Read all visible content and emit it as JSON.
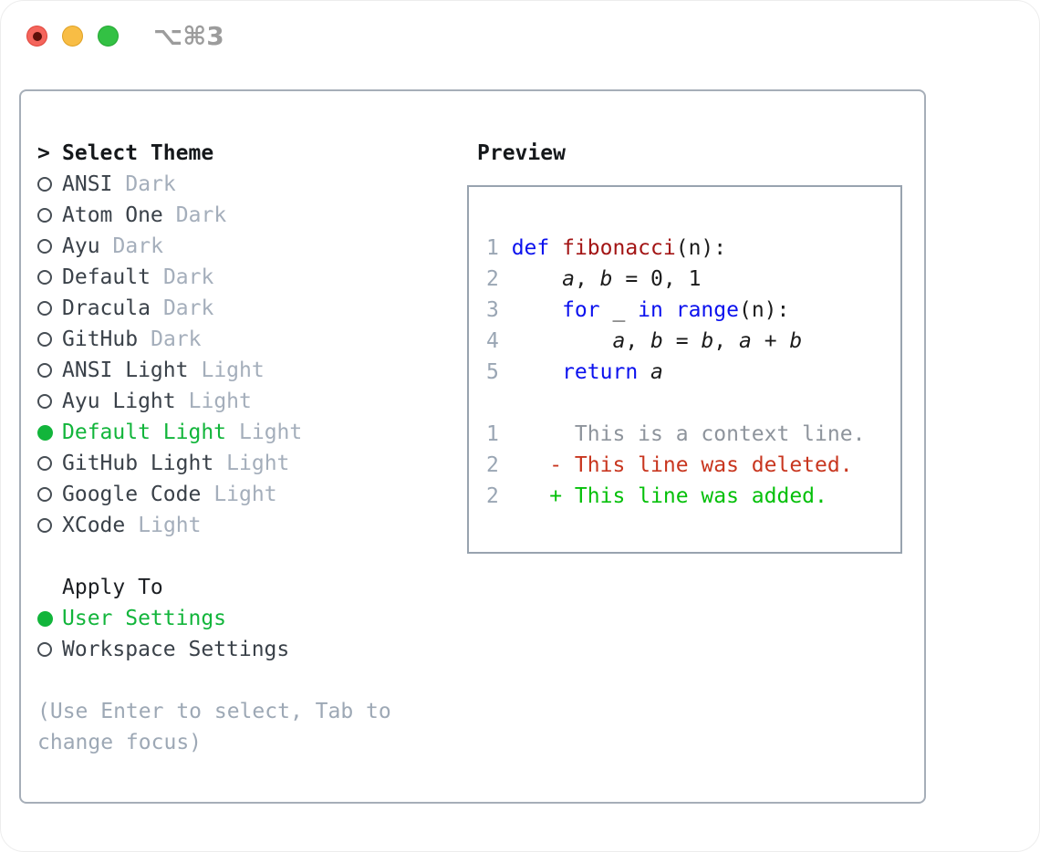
{
  "window": {
    "title": "⌥⌘3"
  },
  "titlebar": {
    "close": "close-button",
    "minimize": "minimize-button",
    "zoom": "zoom-button",
    "colors": {
      "red": "#f4655c",
      "yellow": "#f8bd45",
      "green": "#33c144"
    }
  },
  "theme_list": {
    "header": "Select Theme",
    "caret": ">",
    "items": [
      {
        "label": "ANSI",
        "tag": "Dark",
        "selected": false
      },
      {
        "label": "Atom One",
        "tag": "Dark",
        "selected": false
      },
      {
        "label": "Ayu",
        "tag": "Dark",
        "selected": false
      },
      {
        "label": "Default",
        "tag": "Dark",
        "selected": false
      },
      {
        "label": "Dracula",
        "tag": "Dark",
        "selected": false
      },
      {
        "label": "GitHub",
        "tag": "Dark",
        "selected": false
      },
      {
        "label": "ANSI Light",
        "tag": "Light",
        "selected": false
      },
      {
        "label": "Ayu Light",
        "tag": "Light",
        "selected": false
      },
      {
        "label": "Default Light",
        "tag": "Light",
        "selected": true
      },
      {
        "label": "GitHub Light",
        "tag": "Light",
        "selected": false
      },
      {
        "label": "Google Code",
        "tag": "Light",
        "selected": false
      },
      {
        "label": "XCode",
        "tag": "Light",
        "selected": false
      }
    ]
  },
  "apply_to": {
    "header": "Apply To",
    "options": [
      {
        "label": "User Settings",
        "selected": true
      },
      {
        "label": "Workspace Settings",
        "selected": false
      }
    ]
  },
  "hint": "(Use Enter to select, Tab to change focus)",
  "preview": {
    "header": "Preview",
    "code_lines": [
      {
        "num": "1",
        "tokens": [
          {
            "c": "kw",
            "text": "def"
          },
          {
            "c": "pl",
            "text": " "
          },
          {
            "c": "fn",
            "text": "fibonacci"
          },
          {
            "c": "pl",
            "text": "(n):"
          }
        ]
      },
      {
        "num": "2",
        "tokens": [
          {
            "c": "pl",
            "text": "    "
          },
          {
            "c": "var",
            "text": "a"
          },
          {
            "c": "pl",
            "text": ", "
          },
          {
            "c": "var",
            "text": "b"
          },
          {
            "c": "pl",
            "text": " = 0, 1"
          }
        ]
      },
      {
        "num": "3",
        "tokens": [
          {
            "c": "pl",
            "text": "    "
          },
          {
            "c": "kw",
            "text": "for"
          },
          {
            "c": "pl",
            "text": " _ "
          },
          {
            "c": "kw",
            "text": "in"
          },
          {
            "c": "pl",
            "text": " "
          },
          {
            "c": "kw",
            "text": "range"
          },
          {
            "c": "pl",
            "text": "(n):"
          }
        ]
      },
      {
        "num": "4",
        "tokens": [
          {
            "c": "pl",
            "text": "        "
          },
          {
            "c": "var",
            "text": "a"
          },
          {
            "c": "pl",
            "text": ", "
          },
          {
            "c": "var",
            "text": "b"
          },
          {
            "c": "pl",
            "text": " = "
          },
          {
            "c": "var",
            "text": "b"
          },
          {
            "c": "pl",
            "text": ", "
          },
          {
            "c": "var",
            "text": "a"
          },
          {
            "c": "pl",
            "text": " + "
          },
          {
            "c": "var",
            "text": "b"
          }
        ]
      },
      {
        "num": "5",
        "tokens": [
          {
            "c": "pl",
            "text": "    "
          },
          {
            "c": "kw",
            "text": "return"
          },
          {
            "c": "pl",
            "text": " "
          },
          {
            "c": "var",
            "text": "a"
          }
        ]
      }
    ],
    "diff_lines": [
      {
        "num": "1",
        "pad": "   ",
        "text": "  This is a context line."
      },
      {
        "num": "2",
        "pad": "   ",
        "text": "- This line was deleted."
      },
      {
        "num": "2",
        "pad": "   ",
        "text": "+ This line was added."
      }
    ]
  },
  "colors": {
    "selection_green": "#12b53b",
    "keyword_blue": "#0b11ee",
    "function_red": "#a31515",
    "deleted_red": "#c8361f",
    "added_green": "#05c00a",
    "line_number_gray": "#9aa6b4",
    "muted_gray": "#a4aebb"
  }
}
